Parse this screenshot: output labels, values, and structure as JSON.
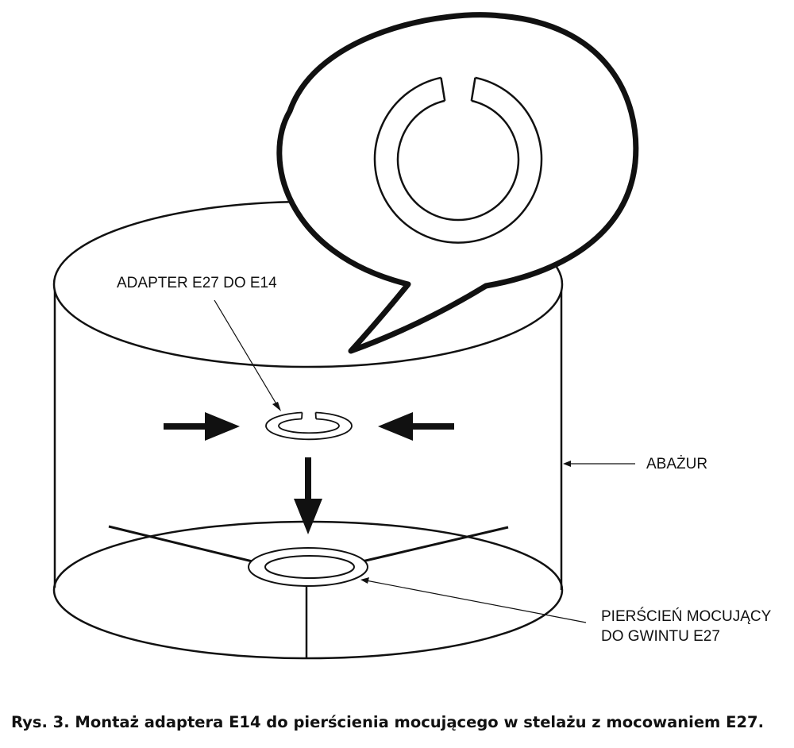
{
  "labels": {
    "adapter": "ADAPTER E27 DO E14",
    "shade": "ABAŻUR",
    "ring_line1": "PIERŚCIEŃ MOCUJĄCY",
    "ring_line2": "DO GWINTU E27"
  },
  "caption": "Rys. 3. Montaż adaptera E14 do pierścienia mocującego w stelażu z mocowaniem E27.",
  "colors": {
    "stroke": "#111111",
    "background": "#ffffff"
  }
}
